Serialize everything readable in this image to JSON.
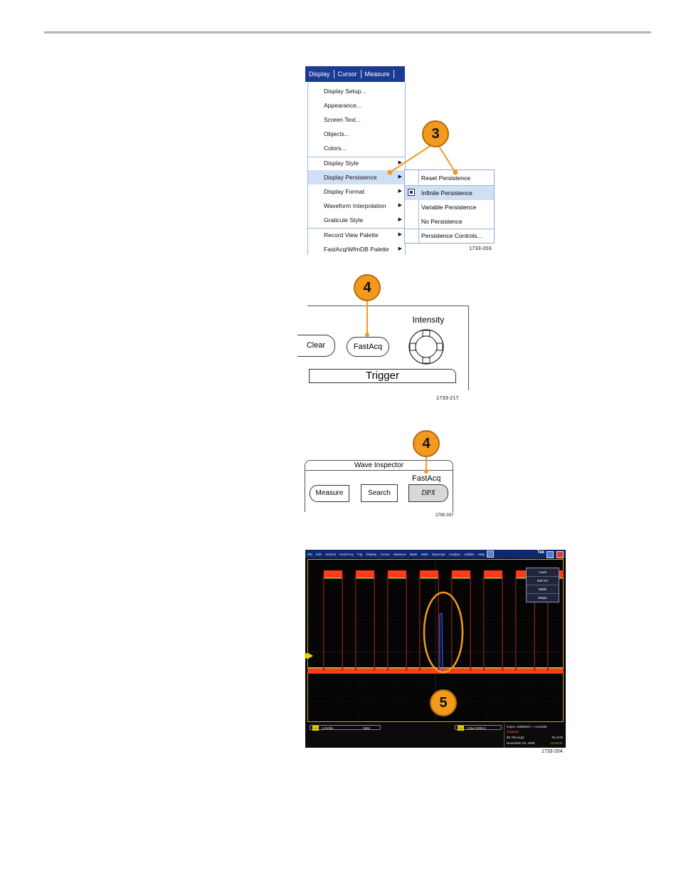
{
  "menu_figure": {
    "menubar": [
      "Display",
      "Cursor",
      "Measure"
    ],
    "items": [
      {
        "label": "Display Setup...",
        "arrow": false
      },
      {
        "label": "Appearance...",
        "arrow": false
      },
      {
        "label": "Screen Text...",
        "arrow": false
      },
      {
        "label": "Objects...",
        "arrow": false
      },
      {
        "label": "Colors...",
        "arrow": false
      },
      {
        "label": "Display Style",
        "arrow": true
      },
      {
        "label": "Display Persistence",
        "arrow": true,
        "highlighted": true
      },
      {
        "label": "Display Format",
        "arrow": true
      },
      {
        "label": "Waveform Interpolation",
        "arrow": true
      },
      {
        "label": "Graticule Style",
        "arrow": true
      },
      {
        "label": "Record View Palette",
        "arrow": true
      },
      {
        "label": "FastAcq/WfmDB Palette",
        "arrow": true
      }
    ],
    "submenu": [
      {
        "label": "Reset Persistence"
      },
      {
        "label": "Infinite Persistence",
        "checked": true,
        "highlighted": true
      },
      {
        "label": "Variable Persistence"
      },
      {
        "label": "No Persistence"
      },
      {
        "label": "Persistence Controls..."
      }
    ],
    "callout": "3",
    "figure_code": "1733-203"
  },
  "front_panel_figure": {
    "callout": "4",
    "clear_label": "Clear",
    "fastacq_label": "FastAcq",
    "intensity_label": "Intensity",
    "trigger_label": "Trigger",
    "figure_code": "1733-217"
  },
  "wave_inspector_figure": {
    "callout": "4",
    "title": "Wave Inspector",
    "fastacq_label": "FastAcq",
    "measure_label": "Measure",
    "search_label": "Search",
    "dpx_label": "DPX",
    "figure_code": "2790-037"
  },
  "scope_figure": {
    "callout": "5",
    "menubar": [
      "File",
      "Edit",
      "Vertical",
      "Horiz/Acq",
      "Trig",
      "Display",
      "Cursor",
      "Measure",
      "Mask",
      "Math",
      "MyScope",
      "Analyze",
      "Utilities",
      "Help"
    ],
    "brand": "Tek",
    "popup": [
      "Level",
      "200 mV",
      "Width",
      "500ps"
    ],
    "ch1_tag": "C1",
    "ch1_scale": "1.0V/div",
    "ch1_impedance": "1MΩ",
    "trig_tag": "C1",
    "trig_readout": "0.0μs 200mV",
    "horiz_readout": "0.0μs  +200MS/s  ≈  +4.0ns/pt",
    "status_readout": "Stopped",
    "acqs_readout": "80 784 acqs",
    "rl_readout": "RL:8.0k",
    "date_readout": "November 02, 2009",
    "time_readout": "10:53:41",
    "figure_code": "1733-204",
    "colors": {
      "frame": "#d9a21c",
      "waveform_hot": "#ff3b1a",
      "waveform_edge": "#7a1a14",
      "glitch": "#3a5cff",
      "callout": "#f39a1e"
    }
  }
}
